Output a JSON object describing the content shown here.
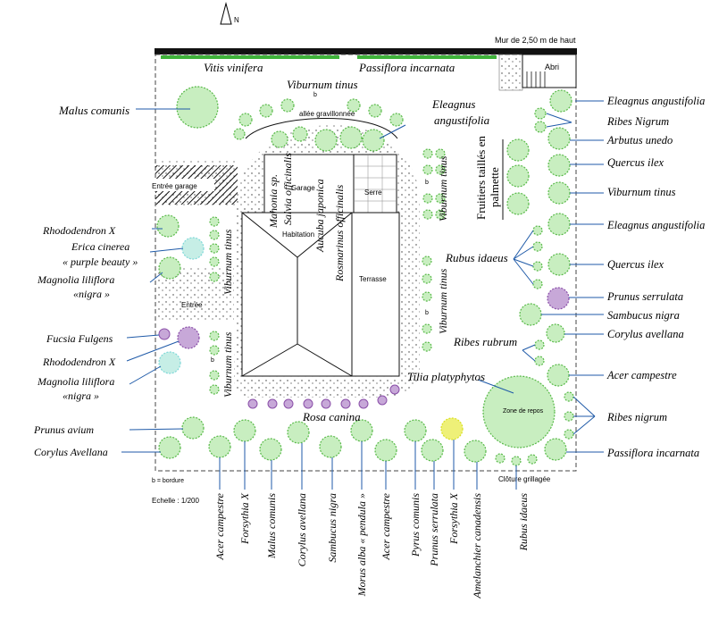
{
  "north_label": "N",
  "wall_label": "Mur de 2,50 m de haut",
  "shelter_label": "Abri",
  "garage_entry_label": "Entrée garage",
  "entry_label": "Entrée",
  "path_label": "allée gravillonnée",
  "garage_label": "Garage",
  "house_label": "Habitation",
  "greenhouse_label": "Serre",
  "terrace_label": "Terrasse",
  "play_area_label": "Zone de repos",
  "fence_label": "Clôture grillagée",
  "border_legend": "b = bordure",
  "border_marker": "b",
  "scale_label": "Echelle : 1/200",
  "espalier_label_line1": "Fruitiers taillés en",
  "espalier_label_line2": "palmette",
  "colors": {
    "foliage": "#58b948",
    "leader": "#1f5aa8",
    "wall": "#111111",
    "vine": "#3fb23a",
    "flower_purple": "#8a4fa8",
    "yellow": "#d9e020",
    "cyan": "#7fd8d8"
  },
  "plants": {
    "vitis": "Vitis vinifera",
    "passiflora_top": "Passiflora incarnata",
    "malus_left": "Malus comunis",
    "viburnum_top": "Viburnum tinus",
    "eleagnus_center_1": "Eleagnus",
    "eleagnus_center_2": "angustifolia",
    "mahonia": "Mahonia sp.",
    "salvia": "Salvia officinalis",
    "aucuba": "Aucuba japonica",
    "rosmarinus": "Rosmarinus officinalis",
    "viburnum_right_vertical": "Viburnum tinus",
    "viburnum_left_upper": "Viburnum tinus",
    "viburnum_right_lower": "Viburnum tinus",
    "viburnum_left_lower": "Viburnum tinus",
    "rhododendron_1": "Rhododendron X",
    "erica_1": "Erica cinerea",
    "erica_2": "« purple beauty »",
    "magnolia_1a": "Magnolia liliflora",
    "magnolia_1b": "«nigra »",
    "fucsia": "Fucsia Fulgens",
    "rhododendron_2": "Rhododendron X",
    "magnolia_2a": "Magnolia liliflora",
    "magnolia_2b": "«nigra »",
    "rosa": "Rosa canina",
    "tilia": "Tilia platyphytos",
    "prunus_avium": "Prunus avium",
    "corylus_left": "Corylus Avellana",
    "rubus_center": "Rubus idaeus",
    "ribes_rubrum": "Ribes rubrum",
    "right_list": [
      "Eleagnus angustifolia",
      "Ribes Nigrum",
      "Arbutus unedo",
      "Quercus ilex",
      "Viburnum tinus",
      "Eleagnus angustifolia",
      "Quercus ilex",
      "Prunus serrulata",
      "Sambucus nigra",
      "Corylus avellana",
      "Acer campestre",
      "Ribes nigrum",
      "Passiflora incarnata"
    ],
    "bottom_list": [
      "Acer campestre",
      "Forsythia X",
      "Malus comunis",
      "Corylus avellana",
      "Sambucus nigra",
      "Morus alba « pendula »",
      "Acer campestre",
      "Pyrus comunis",
      "Prunus serrulata",
      "Forsythia X",
      "Amelanchier canadensis",
      "Rubus idaeus"
    ]
  }
}
